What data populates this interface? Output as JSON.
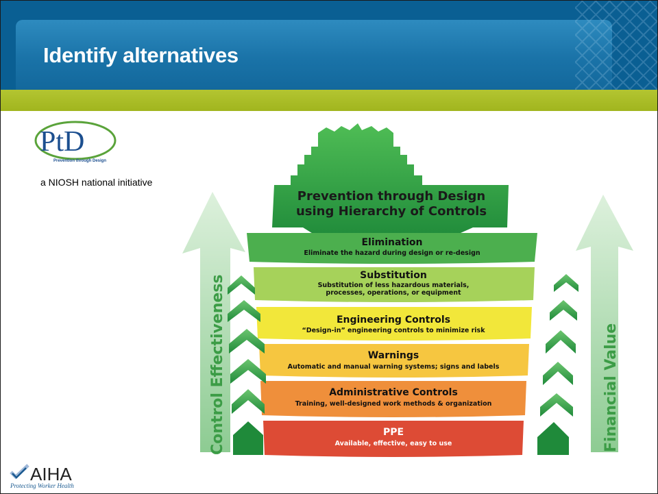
{
  "slide": {
    "title": "Identify alternatives",
    "colors": {
      "header_blue": "#0a5f93",
      "band_green": "#a9bb24"
    }
  },
  "ptd_logo": {
    "text": "PtD",
    "tagline": "Prevention through Design",
    "caption": "a NIOSH national initiative"
  },
  "diagram": {
    "title_line1": "Prevention through Design",
    "title_line2": "using Hierarchy of Controls",
    "left_arrow_label": "Control Effectiveness",
    "right_arrow_label": "Financial Value",
    "levels": [
      {
        "name": "Elimination",
        "desc1": "Eliminate the hazard during design or re-design",
        "desc2": "",
        "color": "#4caf4e"
      },
      {
        "name": "Substitution",
        "desc1": "Substitution of less hazardous materials,",
        "desc2": "processes, operations, or equipment",
        "color": "#a6d25a"
      },
      {
        "name": "Engineering Controls",
        "desc1": "“Design-in” engineering controls to minimize risk",
        "desc2": "",
        "color": "#f2e73a"
      },
      {
        "name": "Warnings",
        "desc1": "Automatic and manual warning systems; signs and labels",
        "desc2": "",
        "color": "#f6c640"
      },
      {
        "name": "Administrative Controls",
        "desc1": "Training, well-designed work methods & organization",
        "desc2": "",
        "color": "#ef8f3b"
      },
      {
        "name": "PPE",
        "desc1": "Available, effective, easy to use",
        "desc2": "",
        "color": "#dd4b35"
      }
    ]
  },
  "footer_logo": {
    "text": "AIHA",
    "tagline": "Protecting Worker Health"
  }
}
